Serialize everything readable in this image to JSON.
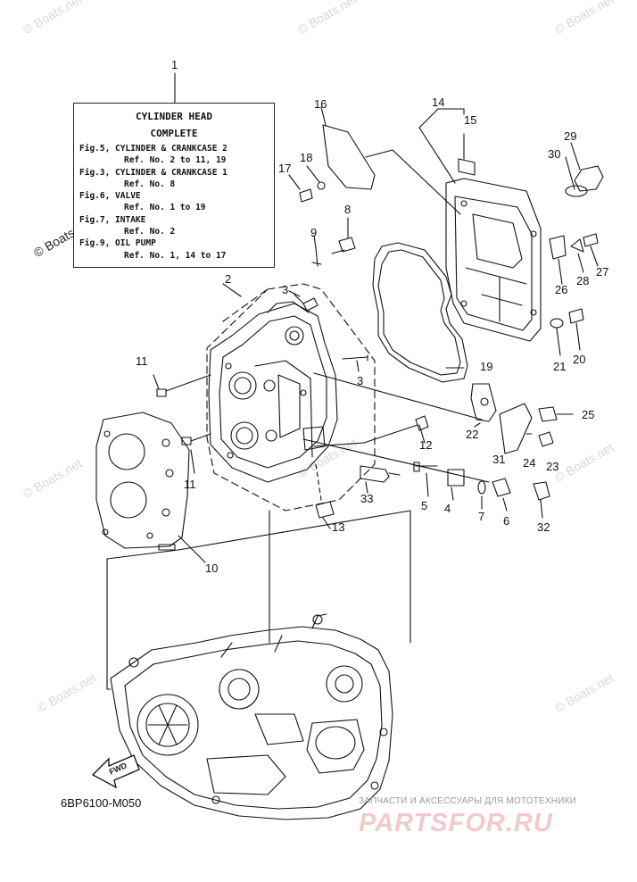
{
  "legend": {
    "title1": "CYLINDER HEAD",
    "title2": "COMPLETE",
    "rows": [
      {
        "fig": "Fig.5, CYLINDER & CRANKCASE 2",
        "ref": "Ref. No. 2 to 11, 19"
      },
      {
        "fig": "Fig.3, CYLINDER & CRANKCASE 1",
        "ref": "Ref. No. 8"
      },
      {
        "fig": "Fig.6, VALVE",
        "ref": "Ref. No. 1 to 19"
      },
      {
        "fig": "Fig.7, INTAKE",
        "ref": "Ref. No. 2"
      },
      {
        "fig": "Fig.9, OIL PUMP",
        "ref": "Ref. No. 1, 14 to 17"
      }
    ]
  },
  "callouts": {
    "c1": "1",
    "c2": "2",
    "c3a": "3",
    "c3b": "3",
    "c4": "4",
    "c5": "5",
    "c6": "6",
    "c7": "7",
    "c8": "8",
    "c9": "9",
    "c10": "10",
    "c11a": "11",
    "c11b": "11",
    "c12": "12",
    "c13": "13",
    "c14": "14",
    "c15": "15",
    "c16": "16",
    "c17": "17",
    "c18": "18",
    "c19": "19",
    "c20": "20",
    "c21": "21",
    "c22": "22",
    "c23": "23",
    "c24": "24",
    "c25": "25",
    "c26": "26",
    "c27": "27",
    "c28": "28",
    "c29": "29",
    "c30": "30",
    "c31": "31",
    "c32": "32",
    "c33": "33"
  },
  "fwd_label": "FWD",
  "diagram_code": "6BP6100-M050",
  "watermark": "© Boats.net",
  "shop_caption": "ЗАПЧАСТИ И АКСЕССУАРЫ ДЛЯ МОТОТЕХНИКИ",
  "shop_logo": "PARTSFOR.RU"
}
